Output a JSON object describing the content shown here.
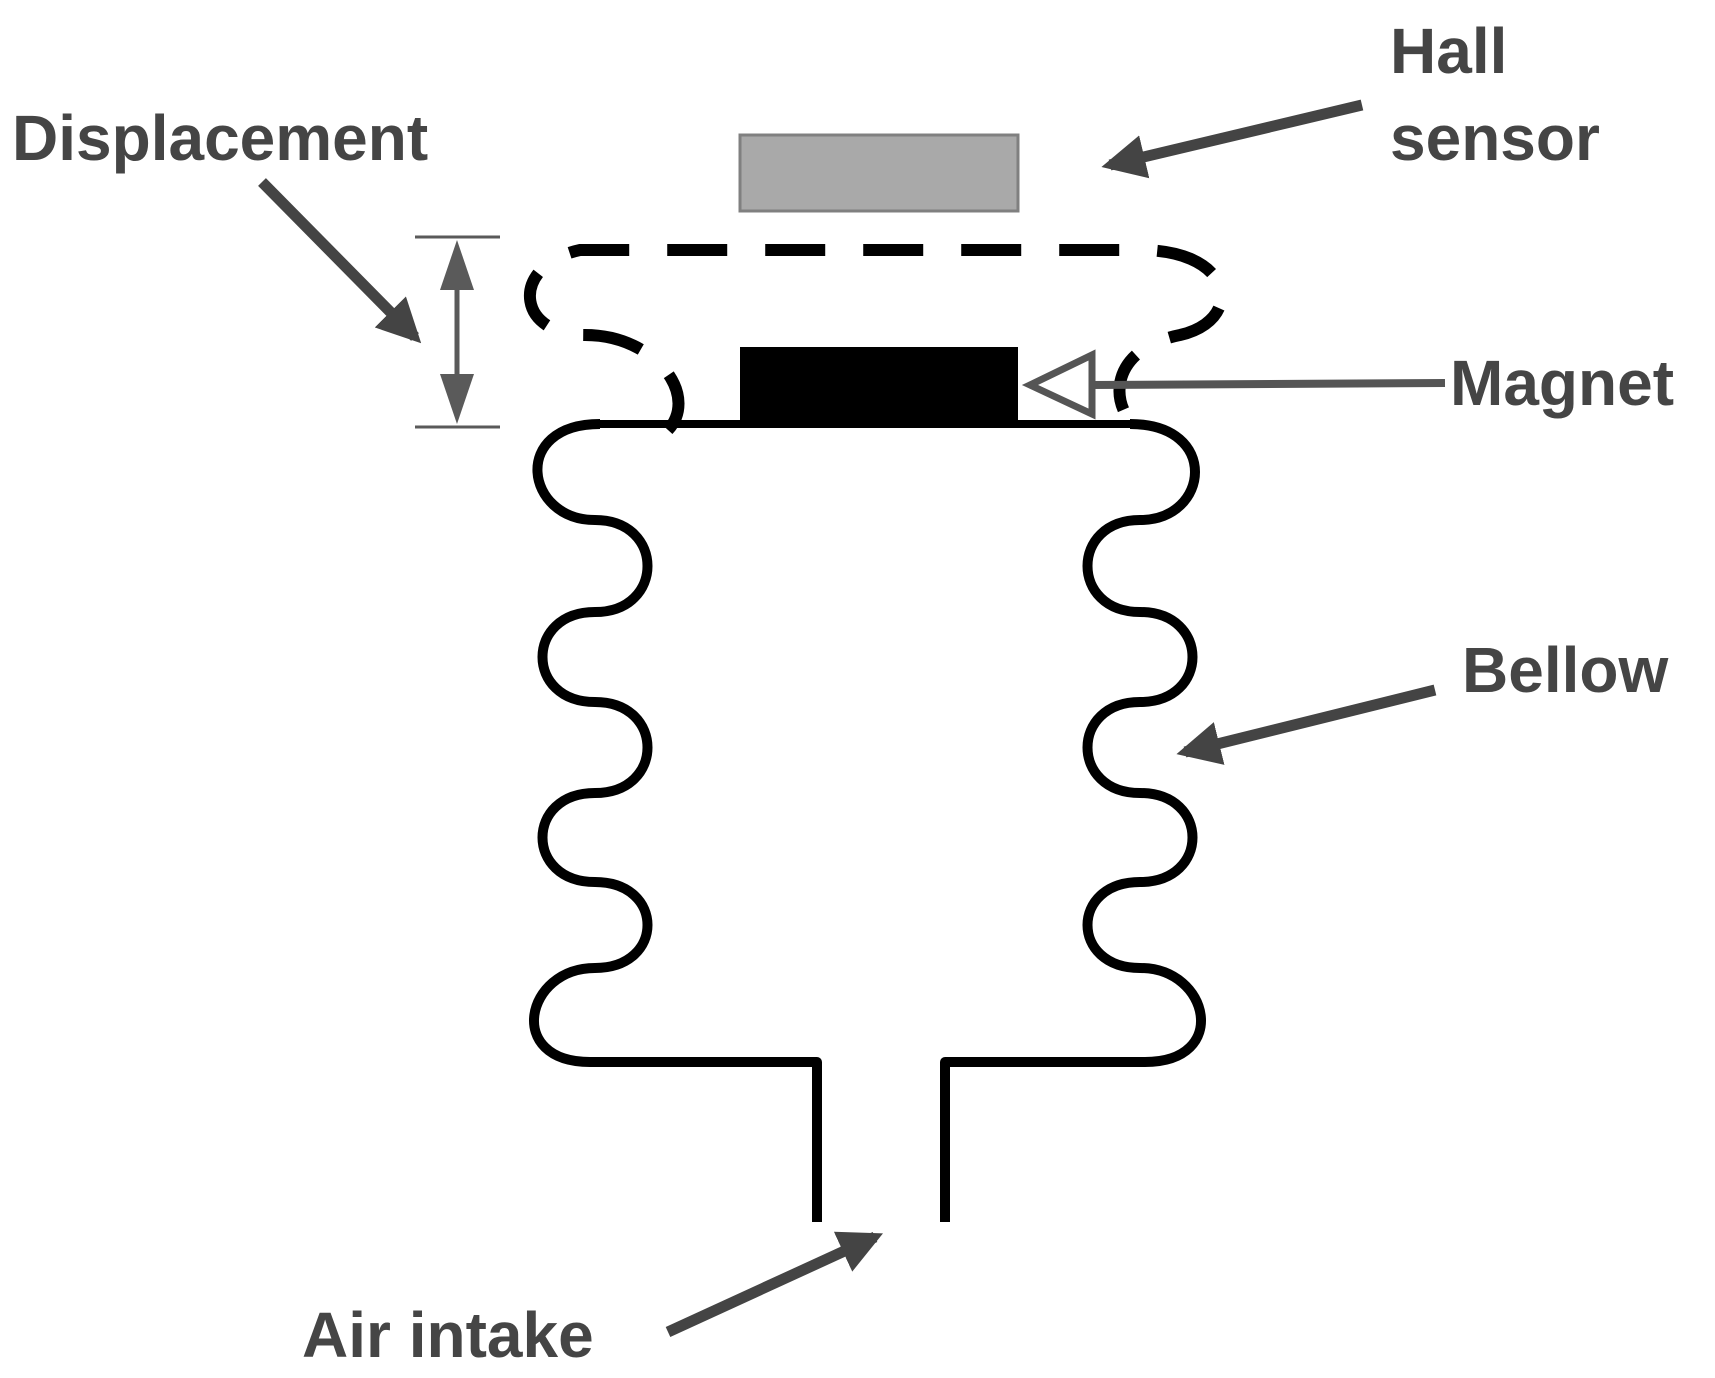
{
  "colors": {
    "label_text": "#454545",
    "arrow": "#444444",
    "outline": "#000000",
    "magnet_fill": "#000000",
    "sensor_fill": "#a9a9a9",
    "sensor_stroke": "#808080",
    "dimension_line": "#5a5a5a"
  },
  "labels": {
    "hall_line1": "Hall",
    "hall_line2": "sensor",
    "displacement": "Displacement",
    "magnet": "Magnet",
    "bellow": "Bellow",
    "air_intake": "Air intake"
  },
  "parts": {
    "hall_sensor": "hall-sensor",
    "magnet": "magnet",
    "bellow": "bellow",
    "displaced_top": "displaced-top-outline",
    "air_intake": "air-intake-tube"
  }
}
